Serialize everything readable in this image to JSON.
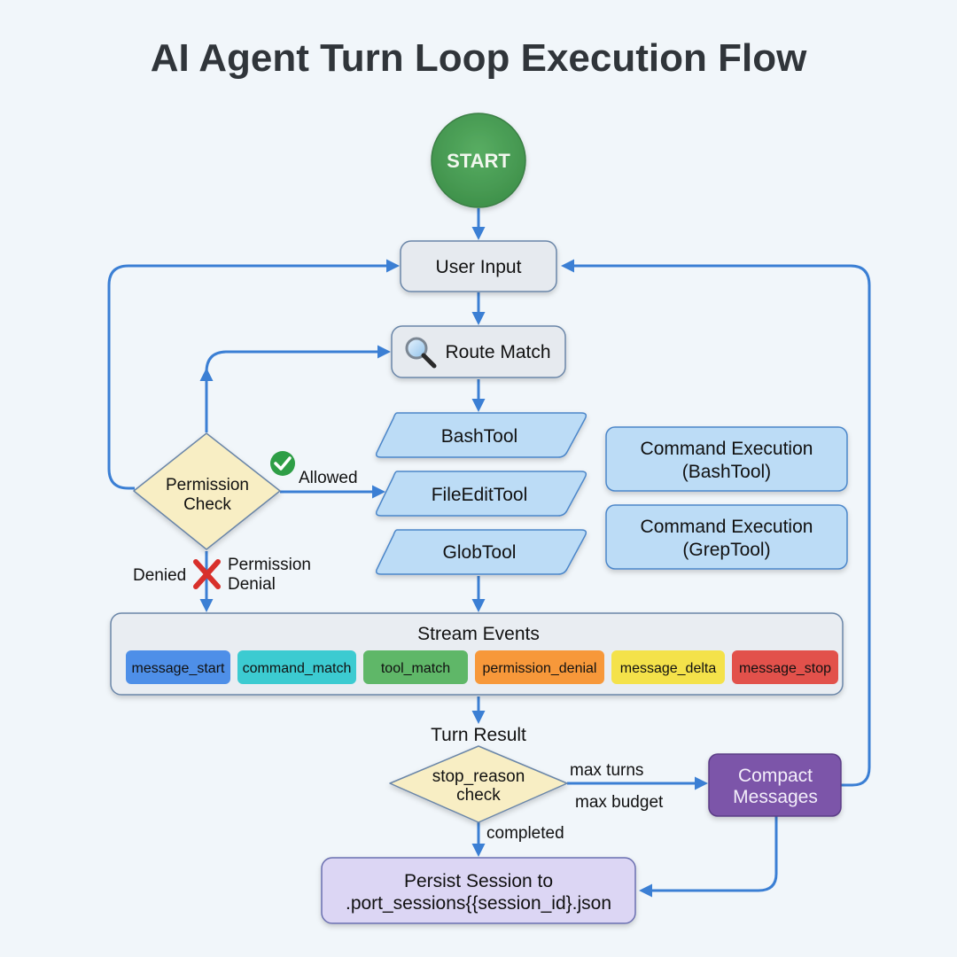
{
  "title": "AI Agent Turn Loop Execution Flow",
  "colors": {
    "background": "#f1f6fa",
    "edge": "#3b7fd4",
    "start": "#4a9e56",
    "neutral_node": "#e6eaef",
    "tool_node": "#bcdcf6",
    "decision": "#f8eec4",
    "compact": "#7b55a9",
    "persist": "#dcd6f4"
  },
  "nodes": {
    "start": "START",
    "user_input": "User Input",
    "route_match": "Route Match",
    "route_match_icon": "magnifier-icon",
    "tools": [
      "BashTool",
      "FileEditTool",
      "GlobTool"
    ],
    "command_exec": [
      {
        "line1": "Command Execution",
        "line2": "(BashTool)"
      },
      {
        "line1": "Command Execution",
        "line2": "(GrepTool)"
      }
    ],
    "permission_check": {
      "line1": "Permission",
      "line2": "Check"
    },
    "stream_events": {
      "title": "Stream Events",
      "events": [
        {
          "label": "message_start",
          "color": "#4e8fe8"
        },
        {
          "label": "command_match",
          "color": "#3ccbd1"
        },
        {
          "label": "tool_match",
          "color": "#5fb768"
        },
        {
          "label": "permission_denial",
          "color": "#f7983a"
        },
        {
          "label": "message_delta",
          "color": "#f4e24a"
        },
        {
          "label": "message_stop",
          "color": "#e2514b"
        }
      ]
    },
    "turn_result": "Turn Result",
    "stop_reason": {
      "line1": "stop_reason",
      "line2": "check"
    },
    "compact": {
      "line1": "Compact",
      "line2": "Messages"
    },
    "persist": {
      "line1": "Persist Session to",
      "line2": ".port_sessions{{session_id}.json"
    }
  },
  "edge_labels": {
    "allowed": "Allowed",
    "allowed_icon": "check-circle-icon",
    "denied": "Denied",
    "denied_icon": "red-x-icon",
    "permission_denial": {
      "line1": "Permission",
      "line2": "Denial"
    },
    "max_turns": "max turns",
    "max_budget": "max budget",
    "completed": "completed"
  }
}
